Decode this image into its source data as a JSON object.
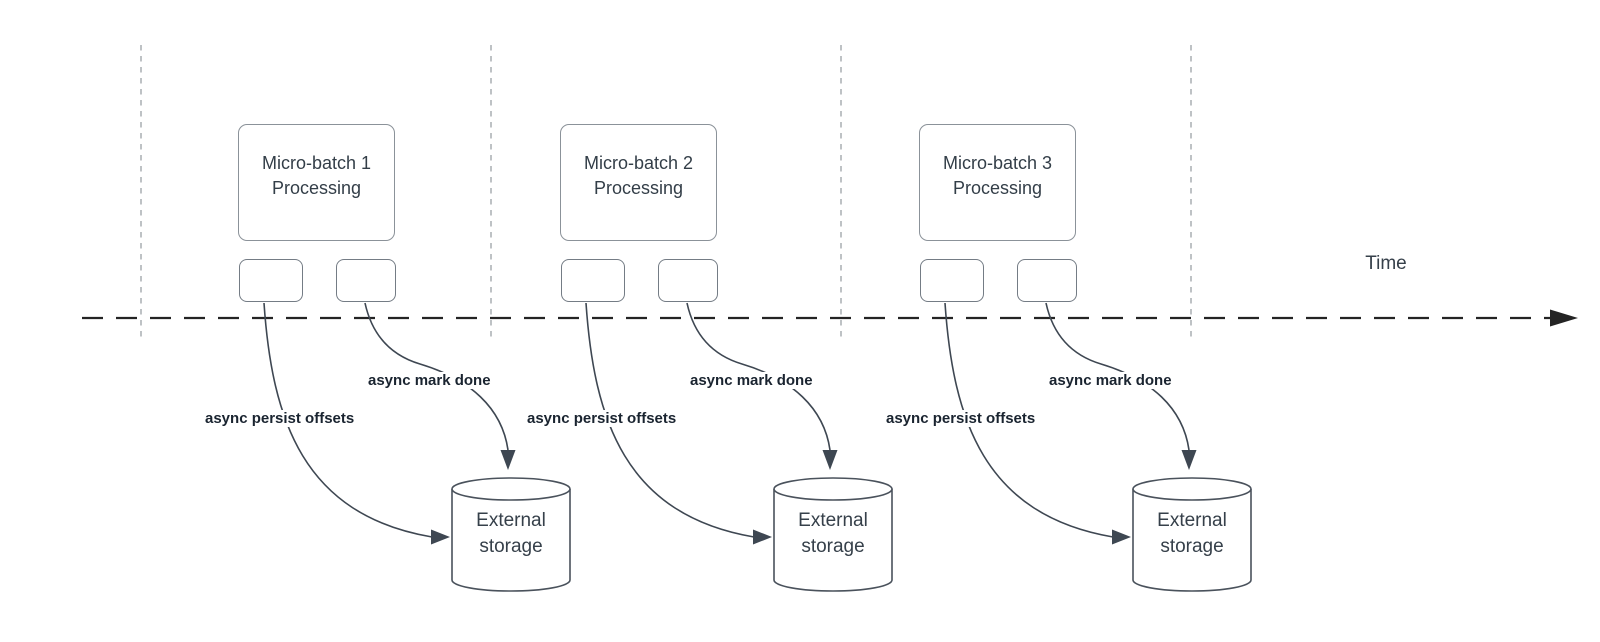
{
  "timeline": {
    "label": "Time"
  },
  "groups": [
    {
      "title_line1": "Micro-batch 1",
      "title_line2": "Processing",
      "persist_label": "async persist offsets",
      "done_label": "async mark done",
      "storage_line1": "External",
      "storage_line2": "storage"
    },
    {
      "title_line1": "Micro-batch 2",
      "title_line2": "Processing",
      "persist_label": "async persist offsets",
      "done_label": "async mark done",
      "storage_line1": "External",
      "storage_line2": "storage"
    },
    {
      "title_line1": "Micro-batch 3",
      "title_line2": "Processing",
      "persist_label": "async persist offsets",
      "done_label": "async mark done",
      "storage_line1": "External",
      "storage_line2": "storage"
    }
  ],
  "colors": {
    "ink_text": "#333e48",
    "bold_label_text": "#1a2430",
    "curve_stroke": "#3e4752",
    "timeline_stroke": "#242424",
    "gridline_stroke": "#a9adb2",
    "box_border": "#8b9299",
    "background": "#ffffff"
  }
}
